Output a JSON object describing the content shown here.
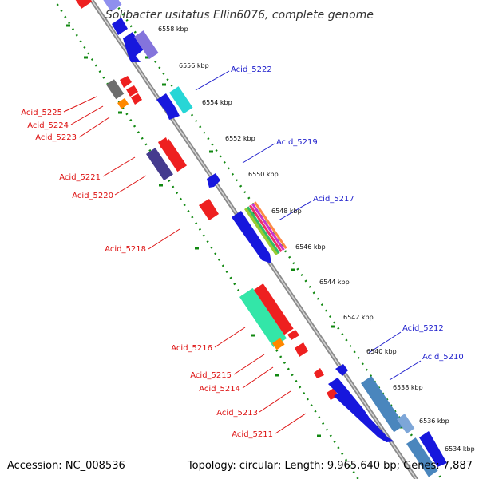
{
  "title": "Solibacter usitatus Ellin6076, complete genome",
  "footer": {
    "accession": "Accession: NC_008536",
    "summary": "Topology: circular; Length: 9,965,640 bp; Genes: 7,887"
  },
  "colors": {
    "forward_label": "#1d1dcc",
    "reverse_label": "#dd1111",
    "backbone": "#8a8a8a",
    "tick_dots": "#118811"
  },
  "kbp_ticks": [
    "6558 kbp",
    "6556 kbp",
    "6554 kbp",
    "6552 kbp",
    "6550 kbp",
    "6548 kbp",
    "6546 kbp",
    "6544 kbp",
    "6542 kbp",
    "6540 kbp",
    "6538 kbp",
    "6536 kbp",
    "6534 kbp"
  ],
  "forward_labels": [
    "Acid_5222",
    "Acid_5219",
    "Acid_5217",
    "Acid_5212",
    "Acid_5210"
  ],
  "reverse_labels": [
    "Acid_5225",
    "Acid_5224",
    "Acid_5223",
    "Acid_5221",
    "Acid_5220",
    "Acid_5218",
    "Acid_5216",
    "Acid_5215",
    "Acid_5214",
    "Acid_5213",
    "Acid_5211"
  ]
}
